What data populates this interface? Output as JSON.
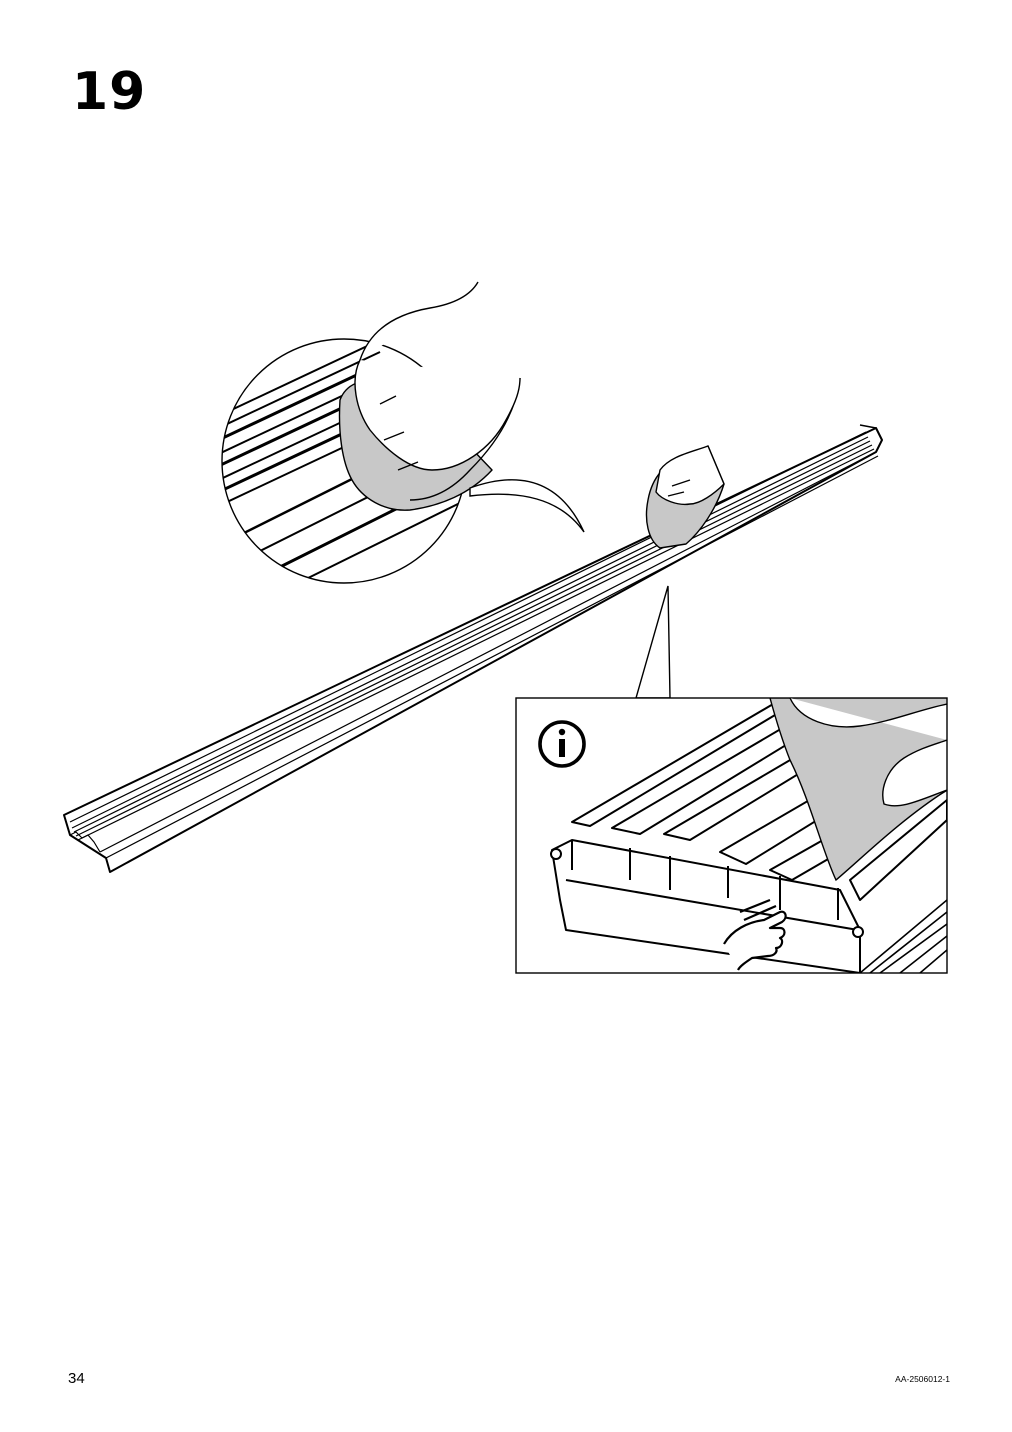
{
  "step": {
    "number": "19"
  },
  "footer": {
    "page_number": "34",
    "document_code": "AA-2506012-1"
  },
  "icons": {
    "info": "info-icon",
    "hand_wipe": "hand-with-cloth-icon",
    "finger_touch": "finger-touch-icon"
  },
  "colors": {
    "line": "#000000",
    "cloth_fill": "#c8c8c8",
    "background": "#ffffff"
  }
}
